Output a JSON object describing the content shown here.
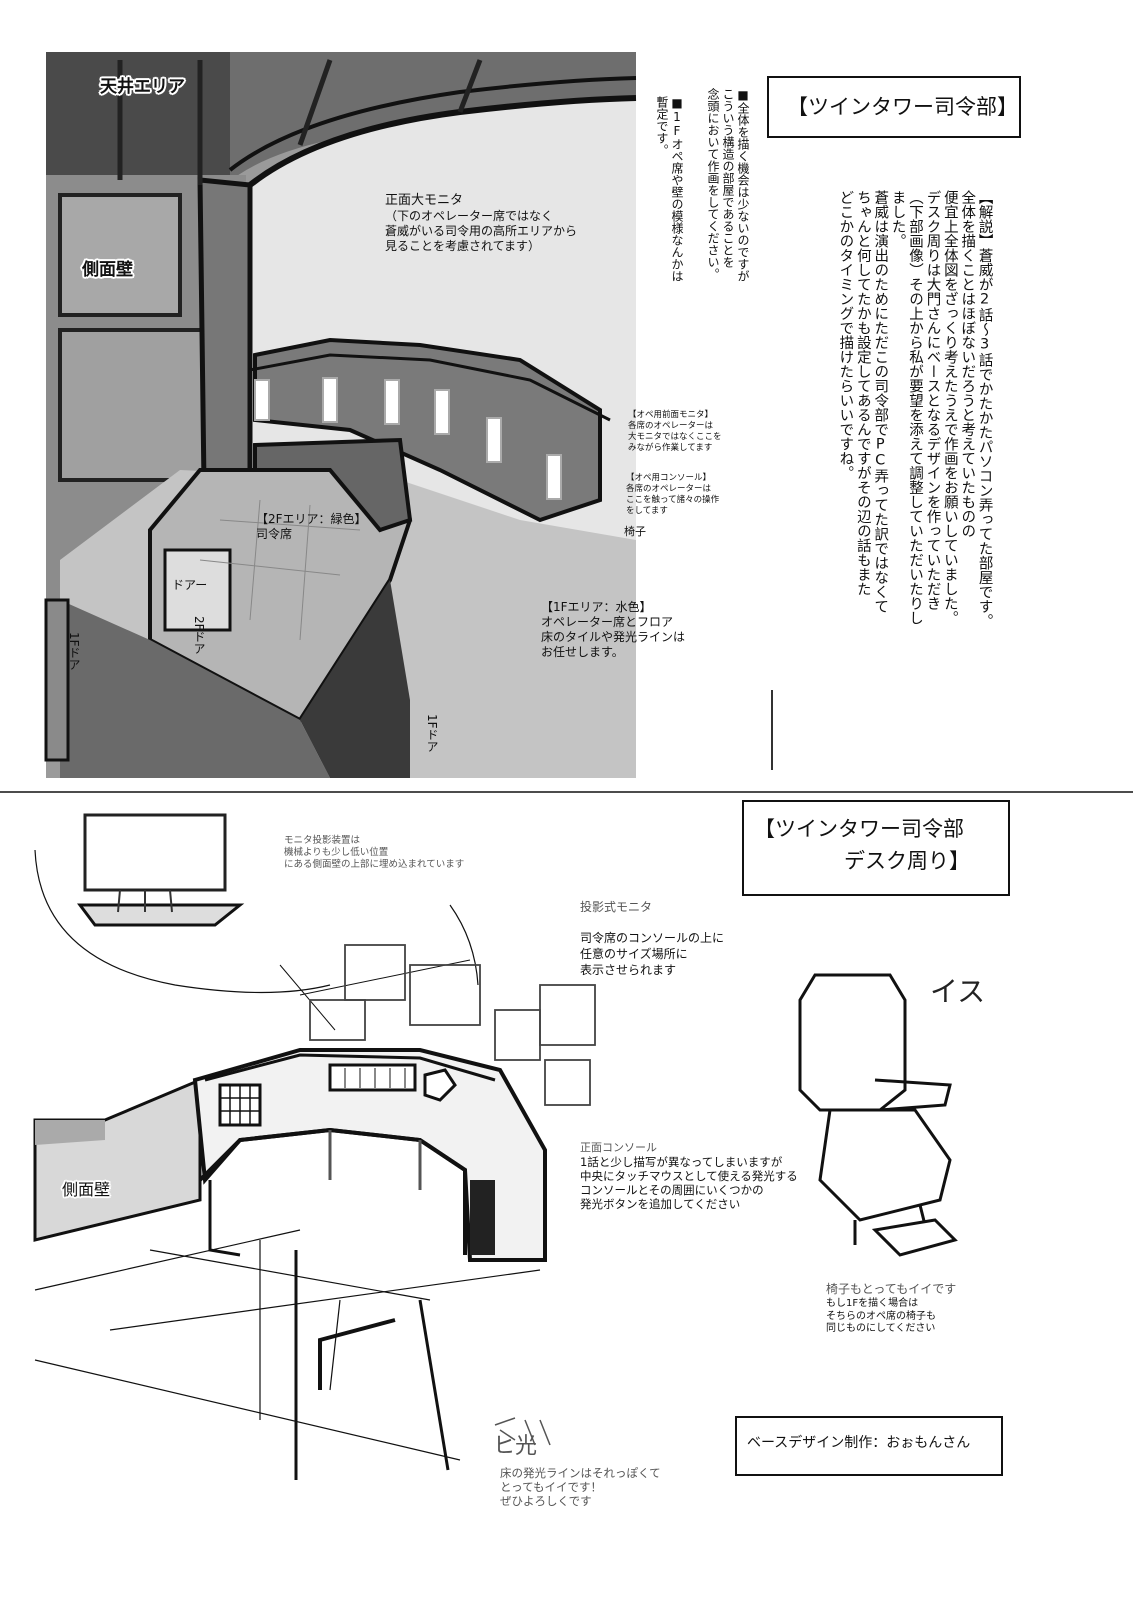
{
  "top": {
    "title": "【ツインタワー司令部】",
    "notes_vertical": [
      "■全体を描く機会は少ないのですが",
      "こういう構造の部屋であることを",
      "念頭において作画をしてください。"
    ],
    "note_1f_vertical": [
      "■1Fオペ席や壁の模様なんかは",
      "暫定です。"
    ],
    "explanation_vertical": [
      "【解説】蒼威が2話〜3話でかたかたパソコン弄ってた部屋です。",
      "全体を描くことはほぼないだろうと考えていたものの",
      "便宜上全体図をざっくり考えたうえで作画をお願いしていました。",
      "デスク周りは大門さんにベースとなるデザインを作っていただき",
      "（下部画像）その上から私が要望を添えて調整していただいたりし",
      "ました。",
      "蒼威は演出のためにただこの司令部でPC弄ってた訳ではなくて",
      "ちゃんと何してたかも設定してあるんですがその辺の話もまた",
      "どこかのタイミングで描けたらいいですね。"
    ],
    "labels": {
      "ceiling": "天井エリア",
      "side_wall": "側面壁",
      "front_monitor_title": "正面大モニタ",
      "front_monitor_desc": [
        "（下のオペレーター席ではなく",
        "蒼威がいる司令用の高所エリアから",
        "見ることを考慮されてます）"
      ],
      "ope_monitor": [
        "【オペ用前面モニタ】",
        "各席のオペレーターは",
        "大モニタではなくここを",
        "みながら作業してます"
      ],
      "ope_console": [
        "【オペ用コンソール】",
        "各席のオペレーターは",
        "ここを触って諸々の操作",
        "をしてます"
      ],
      "chair": "椅子",
      "area_2f_title": "【2Fエリア：緑色】",
      "area_2f_desc": "司令席",
      "door_sign": "ドアー",
      "door_2f": "2Fドア",
      "door_1f_left": "1Fドア",
      "door_1f_bottom": "1Fドア",
      "area_1f_title": "【1Fエリア：水色】",
      "area_1f_desc": [
        "オペレーター席とフロア",
        "床のタイルや発光ラインは",
        "お任せします。"
      ]
    }
  },
  "bottom": {
    "title_line1": "【ツインタワー司令部",
    "title_line2": "デスク周り】",
    "projector_note": [
      "モニタ投影装置は",
      "機械よりも少し低い位置",
      "にある側面壁の上部に埋め込まれています"
    ],
    "projection_title": "投影式モニタ",
    "projection_desc": [
      "司令席のコンソールの上に",
      "任意のサイズ場所に",
      "表示させられます"
    ],
    "chair_handwritten": "イス",
    "front_console_title": "正面コンソール",
    "front_console_desc": [
      "1話と少し描写が異なってしまいますが",
      "中央にタッチマウスとして使える発光する",
      "コンソールとその周囲にいくつかの",
      "発光ボタンを追加してください"
    ],
    "side_wall": "側面壁",
    "chair_note_title": "椅子もとってもイイです",
    "chair_note_desc": [
      "もし1Fを描く場合は",
      "そちらのオペ席の椅子も",
      "同じものにしてください"
    ],
    "light_handwritten": "ヒ光",
    "floor_note": [
      "床の発光ラインはそれっぽくて",
      "とってもイイです！",
      "ぜひよろしくです"
    ],
    "credit": "ベースデザイン制作：おぉもんさん"
  },
  "colors": {
    "ink": "#111111",
    "panel_gray": "#bdbdbd",
    "dark_gray": "#555555",
    "light_gray": "#e0e0e0"
  },
  "icons": {
    "bullet": "black-square-icon"
  }
}
